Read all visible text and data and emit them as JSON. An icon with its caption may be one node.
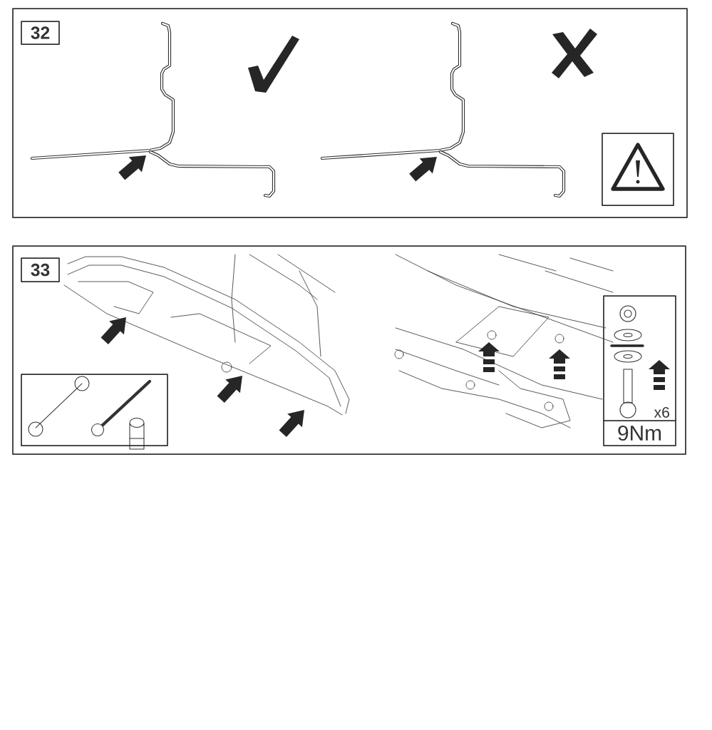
{
  "diagram": {
    "nodes": [
      {
        "text": [],
        "shape": "box"
      },
      {
        "text": [
          "32"
        ],
        "in": 0
      },
      {
        "text": [],
        "shape": "box",
        "in": 0
      },
      {
        "text": [],
        "shape": "box"
      },
      {
        "text": [
          "33"
        ],
        "in": 3
      },
      {
        "text": [],
        "shape": "box",
        "in": 3
      },
      {
        "text": [
          "x6",
          "9Nm"
        ],
        "in": 3
      }
    ]
  }
}
